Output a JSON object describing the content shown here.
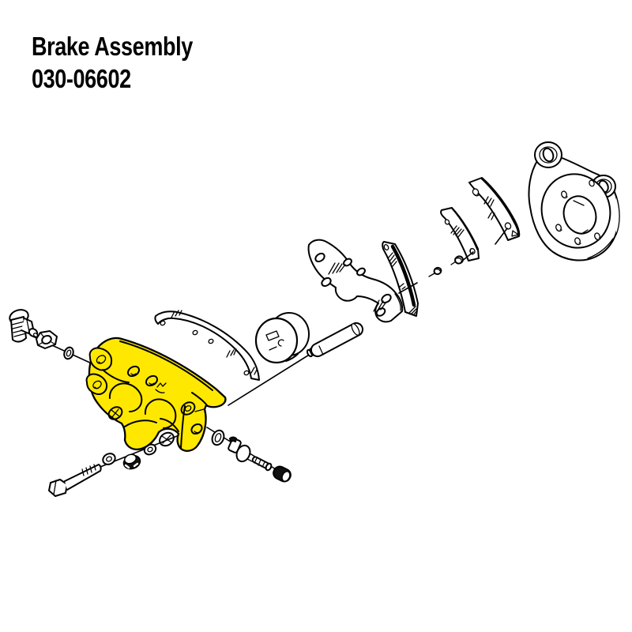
{
  "title_block": {
    "title": "Brake Assembly",
    "part_number": "030-06602"
  },
  "diagram": {
    "type": "exploded-view-parts-diagram",
    "subject": "disc brake caliper assembly",
    "background_color": "#FFFFFF",
    "line_color": "#000000",
    "highlight_color": "#FFE800",
    "highlighted_part": "brake-caliper-body",
    "parts": [
      {
        "name": "elbow-grease-fitting",
        "highlighted": false
      },
      {
        "name": "hex-nut",
        "highlighted": false
      },
      {
        "name": "o-ring-small",
        "highlighted": false
      },
      {
        "name": "brake-caliper-body",
        "highlighted": true
      },
      {
        "name": "mounting-bolt",
        "highlighted": false
      },
      {
        "name": "flat-washer-front",
        "highlighted": false
      },
      {
        "name": "lock-nut",
        "highlighted": false
      },
      {
        "name": "flat-washer-rear",
        "highlighted": false
      },
      {
        "name": "o-ring",
        "highlighted": false
      },
      {
        "name": "bleeder-valve-fitting",
        "highlighted": false
      },
      {
        "name": "bleeder-screw",
        "highlighted": false
      },
      {
        "name": "dust-cap",
        "highlighted": false
      },
      {
        "name": "pad-retainer-spring",
        "highlighted": false
      },
      {
        "name": "caliper-piston",
        "highlighted": false
      },
      {
        "name": "guide-pin",
        "highlighted": false
      },
      {
        "name": "brake-pad-carrier-plate",
        "highlighted": false
      },
      {
        "name": "inner-brake-pad",
        "highlighted": false
      },
      {
        "name": "retaining-screw-small",
        "highlighted": false
      },
      {
        "name": "retaining-screw-large",
        "highlighted": false
      },
      {
        "name": "outer-brake-pad",
        "highlighted": false
      },
      {
        "name": "pad-backing-plate",
        "highlighted": false
      },
      {
        "name": "caliper-anchor-plate",
        "highlighted": false
      }
    ]
  }
}
